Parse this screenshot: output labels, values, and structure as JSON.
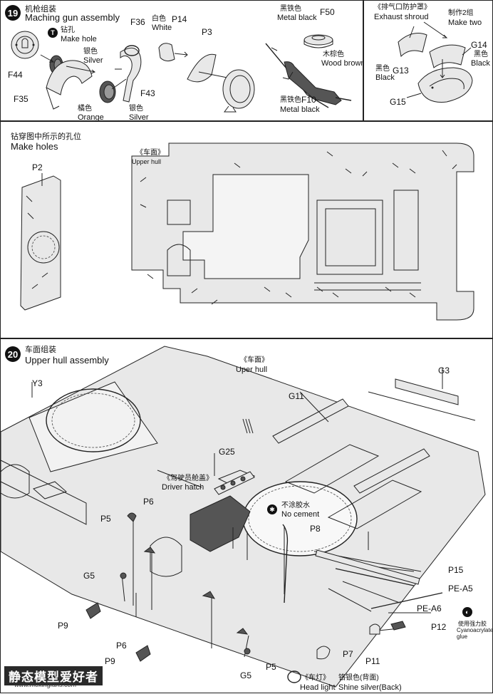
{
  "step19": {
    "number": "19",
    "title_zh": "机枪组装",
    "title_en": "Maching gun assembly",
    "make_hole_zh": "钻孔",
    "make_hole_en": "Make hole",
    "labels": {
      "F44": "F44",
      "F35": "F35",
      "F36": "F36",
      "F43": "F43",
      "P14": "P14",
      "P3": "P3",
      "F50": "F50",
      "F10": "F10"
    },
    "colors": {
      "silver_zh": "银色",
      "silver_en": "Silver",
      "orange_zh": "橘色",
      "orange_en": "Orange",
      "silver2_zh": "银色",
      "silver2_en": "Silver",
      "white_zh": "白色",
      "white_en": "White",
      "metal_black_zh": "黑铁色",
      "metal_black_en": "Metal black",
      "wood_brown_zh": "木棕色",
      "wood_brown_en": "Wood brown",
      "metal_black2_zh": "黑铁色",
      "metal_black2_en": "Metal black"
    }
  },
  "exhaust": {
    "title_zh": "《排气口防护罩》",
    "title_en": "Exhaust shroud",
    "make_two_zh": "制作2组",
    "make_two_en": "Make two",
    "G14": "G14",
    "g14_color_zh": "黑色",
    "g14_color_en": "Black",
    "black_zh": "黑色",
    "black_en": "Black",
    "G13": "G13",
    "G15": "G15"
  },
  "holes": {
    "title_zh": "钻穿图中所示的孔位",
    "title_en": "Make holes",
    "P2": "P2",
    "upper_hull_zh": "《车面》",
    "upper_hull_en": "Upper hull"
  },
  "step20": {
    "number": "20",
    "title_zh": "车面组装",
    "title_en": "Upper hull assembly",
    "upper_hull_zh": "《车面》",
    "upper_hull_en": "Uper hull",
    "Y3": "Y3",
    "G3": "G3",
    "G11": "G11",
    "G25": "G25",
    "driver_hatch_zh": "《驾驶员舱盖》",
    "driver_hatch_en": "Driver hatch",
    "no_cement_zh": "不涂胶水",
    "no_cement_en": "No cement",
    "P5a": "P5",
    "P6a": "P6",
    "P8": "P8",
    "G5a": "G5",
    "P15": "P15",
    "PE-A5": "PE-A5",
    "PE-A6": "PE-A6",
    "cyano_zh": "使用强力胶",
    "cyano_en": "Cyanoacrylate glue",
    "P9a": "P9",
    "P6b": "P6",
    "P12": "P12",
    "P9b": "P9",
    "P7": "P7",
    "P11": "P11",
    "G5b": "G5",
    "P5b": "P5",
    "headlight_zh": "《车灯》",
    "headlight_en": "Head light",
    "shine_zh": "铬银色(背面)",
    "shine_en": "Shine silver(Back)"
  },
  "watermark": {
    "zh": "静态模型爱好者",
    "url": "www.moxingfans.com"
  }
}
